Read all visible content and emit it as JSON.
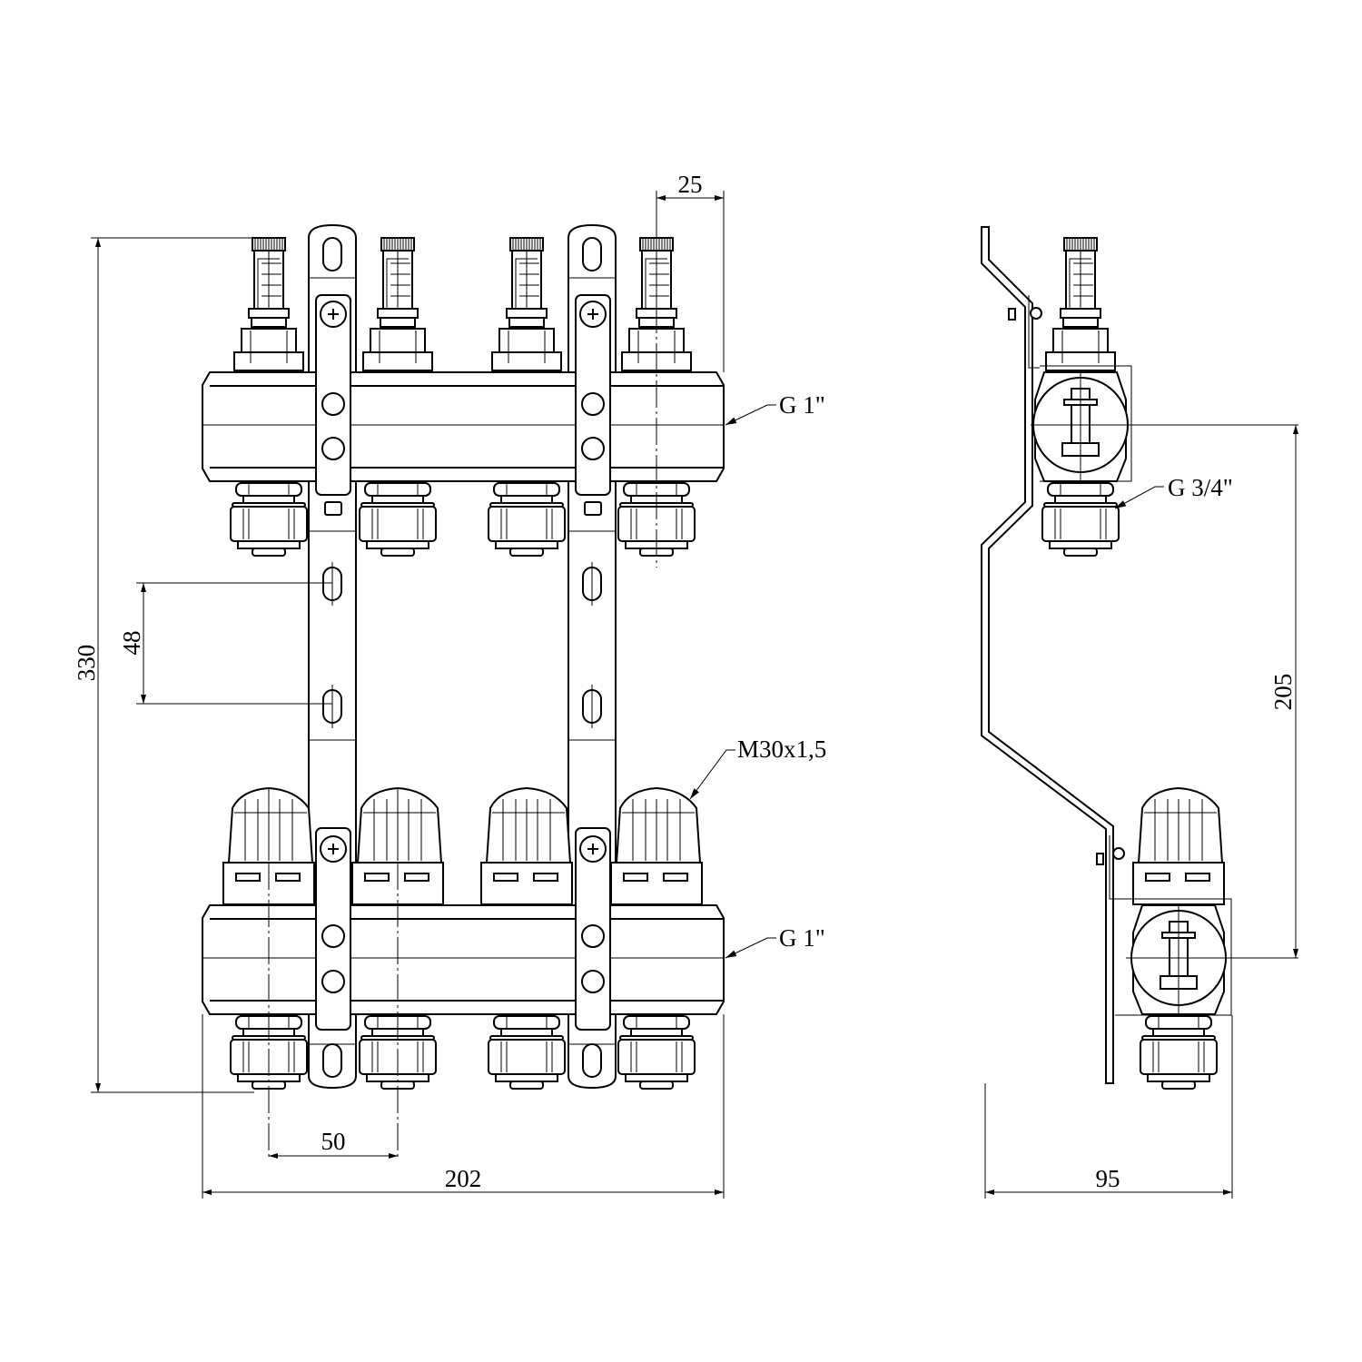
{
  "title": "Manifold with flow meters – dimensional drawing",
  "dimensions": {
    "pitch_flowmeter_offset": "25",
    "total_height": "330",
    "bracket_hole_spacing": "48",
    "outlet_spacing": "50",
    "total_width": "202",
    "depth": "95",
    "bar_center_distance": "205"
  },
  "labels": {
    "top_bar_thread": "G 1\"",
    "bottom_bar_thread": "G 1\"",
    "valve_thread": "M30x1,5",
    "outlet_thread": "G 3/4\""
  },
  "outlet_count": 4
}
